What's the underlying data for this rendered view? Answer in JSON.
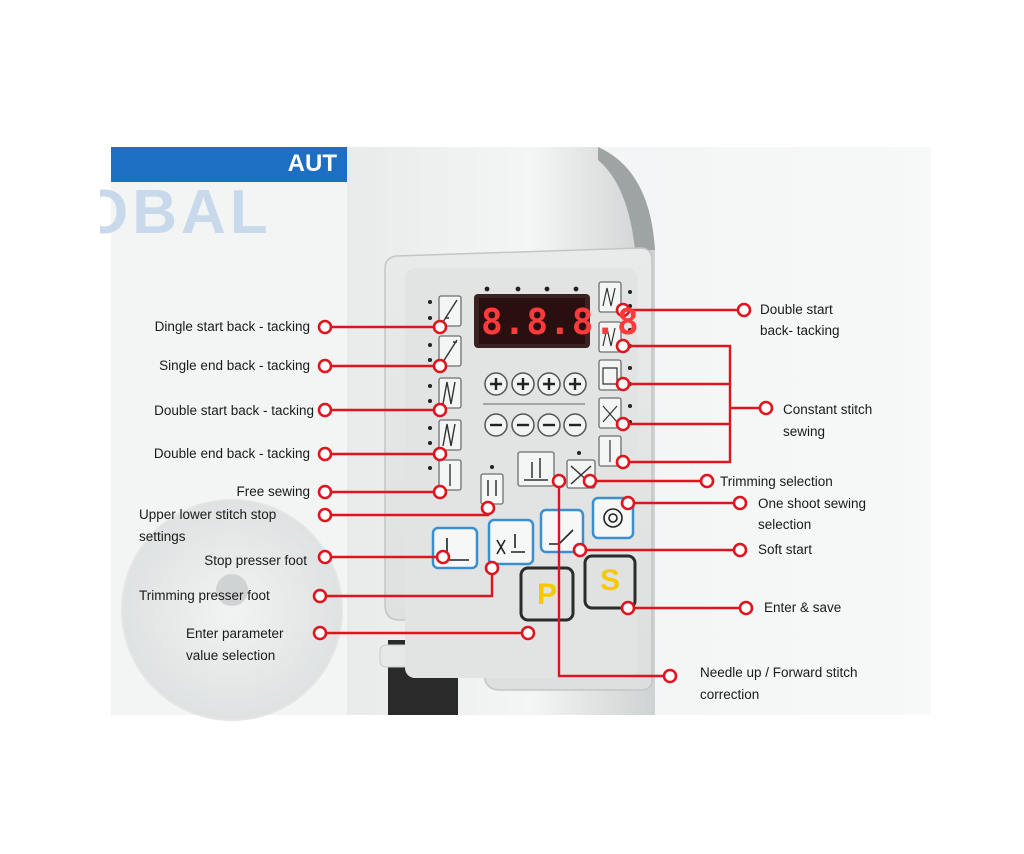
{
  "brand": {
    "bar_text": "AUT",
    "big_text": "OBAL"
  },
  "display": {
    "value": "8.8.8.8"
  },
  "keys": {
    "p_label": "P",
    "s_label": "S"
  },
  "labels_left": [
    "Dingle start back - tacking",
    "Single end   back - tacking",
    "Double start back - tacking",
    "Double end back - tacking",
    "Free sewing",
    "Upper lower stitch stop",
    "settings",
    "Stop presser foot",
    "Trimming presser foot",
    "Enter parameter",
    "value selection"
  ],
  "labels_right": [
    "Double start",
    "back- tacking",
    "Constant stitch",
    "sewing",
    "Trimming selection",
    "One shoot sewing",
    "selection",
    "Soft start",
    "Enter & save",
    "Needle up / Forward stitch",
    "correction"
  ],
  "colors": {
    "leader": "#e0141e",
    "panel": "#e4e7e6",
    "display_bg": "#2a0f10",
    "digit": "#ff3a3a",
    "brand_blue": "#1d6fc3",
    "key_blue": "#3a8fd0",
    "key_yellow": "#f5c800"
  },
  "icons": [
    "single-start-backtack-icon",
    "single-end-backtack-icon",
    "double-start-backtack-icon",
    "double-end-backtack-icon",
    "free-sewing-icon",
    "stitch-stop-icon",
    "needle-up-icon",
    "trimming-icon",
    "constant-stitch-icon",
    "one-shot-icon",
    "soft-start-icon",
    "stop-presser-foot-icon",
    "trimming-presser-foot-icon"
  ]
}
